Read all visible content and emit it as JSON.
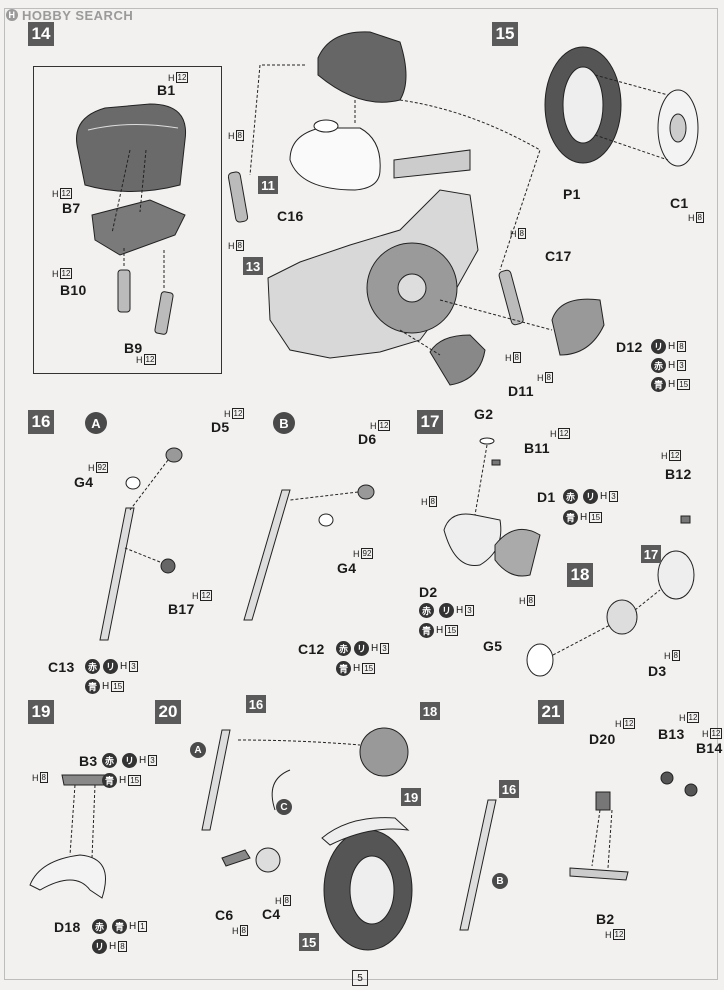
{
  "watermark": {
    "brand": "HOBBY SEARCH"
  },
  "page_number": "5",
  "steps": {
    "s14": "14",
    "s15": "15",
    "s16": "16",
    "s17": "17",
    "s18": "18",
    "s19": "19",
    "s20": "20",
    "s21": "21",
    "r11": "11",
    "r13": "13",
    "r15": "15",
    "r16a": "16",
    "r16b": "16",
    "r17": "17",
    "r18": "18",
    "r19": "19"
  },
  "circles": {
    "A": "A",
    "B": "B",
    "A2": "A",
    "B2": "B",
    "C": "C"
  },
  "colors_legend": {
    "red": "赤",
    "ri": "リ",
    "blue": "青"
  },
  "parts": {
    "B1": "B1",
    "B7": "B7",
    "B10": "B10",
    "B9": "B9",
    "C16": "C16",
    "C17": "C17",
    "D12": "D12",
    "D11": "D11",
    "P1": "P1",
    "C1": "C1",
    "D5": "D5",
    "G4a": "G4",
    "B17": "B17",
    "C13": "C13",
    "D6": "D6",
    "G4b": "G4",
    "C12": "C12",
    "G2": "G2",
    "B11": "B11",
    "D1": "D1",
    "D2": "D2",
    "B12": "B12",
    "G5": "G5",
    "D3": "D3",
    "B3": "B3",
    "D18": "D18",
    "C6": "C6",
    "C4": "C4",
    "D20": "D20",
    "B13": "B13",
    "B14": "B14",
    "B2": "B2"
  },
  "h": {
    "h": "H",
    "n12": "12",
    "n8": "8",
    "n92": "92",
    "n3": "3",
    "n15": "15",
    "n1": "1"
  }
}
